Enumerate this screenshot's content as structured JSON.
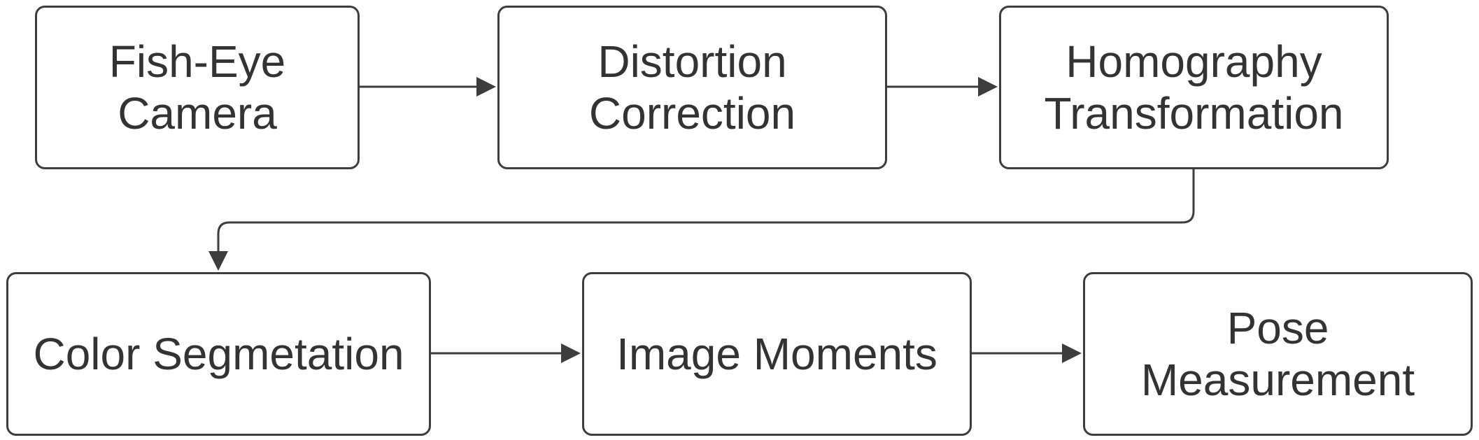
{
  "nodes": [
    {
      "id": "fish-eye-camera",
      "label": "Fish-Eye\nCamera"
    },
    {
      "id": "distortion-correction",
      "label": "Distortion\nCorrection"
    },
    {
      "id": "homography-transformation",
      "label": "Homography\nTransformation"
    },
    {
      "id": "color-segmetation",
      "label": "Color Segmetation"
    },
    {
      "id": "image-moments",
      "label": "Image Moments"
    },
    {
      "id": "pose-measurement",
      "label": "Pose\nMeasurement"
    }
  ],
  "edges": [
    {
      "from": "fish-eye-camera",
      "to": "distortion-correction"
    },
    {
      "from": "distortion-correction",
      "to": "homography-transformation"
    },
    {
      "from": "homography-transformation",
      "to": "color-segmetation"
    },
    {
      "from": "color-segmetation",
      "to": "image-moments"
    },
    {
      "from": "image-moments",
      "to": "pose-measurement"
    }
  ],
  "colors": {
    "stroke": "#3d3d3d",
    "text": "#333333",
    "background": "#ffffff"
  }
}
